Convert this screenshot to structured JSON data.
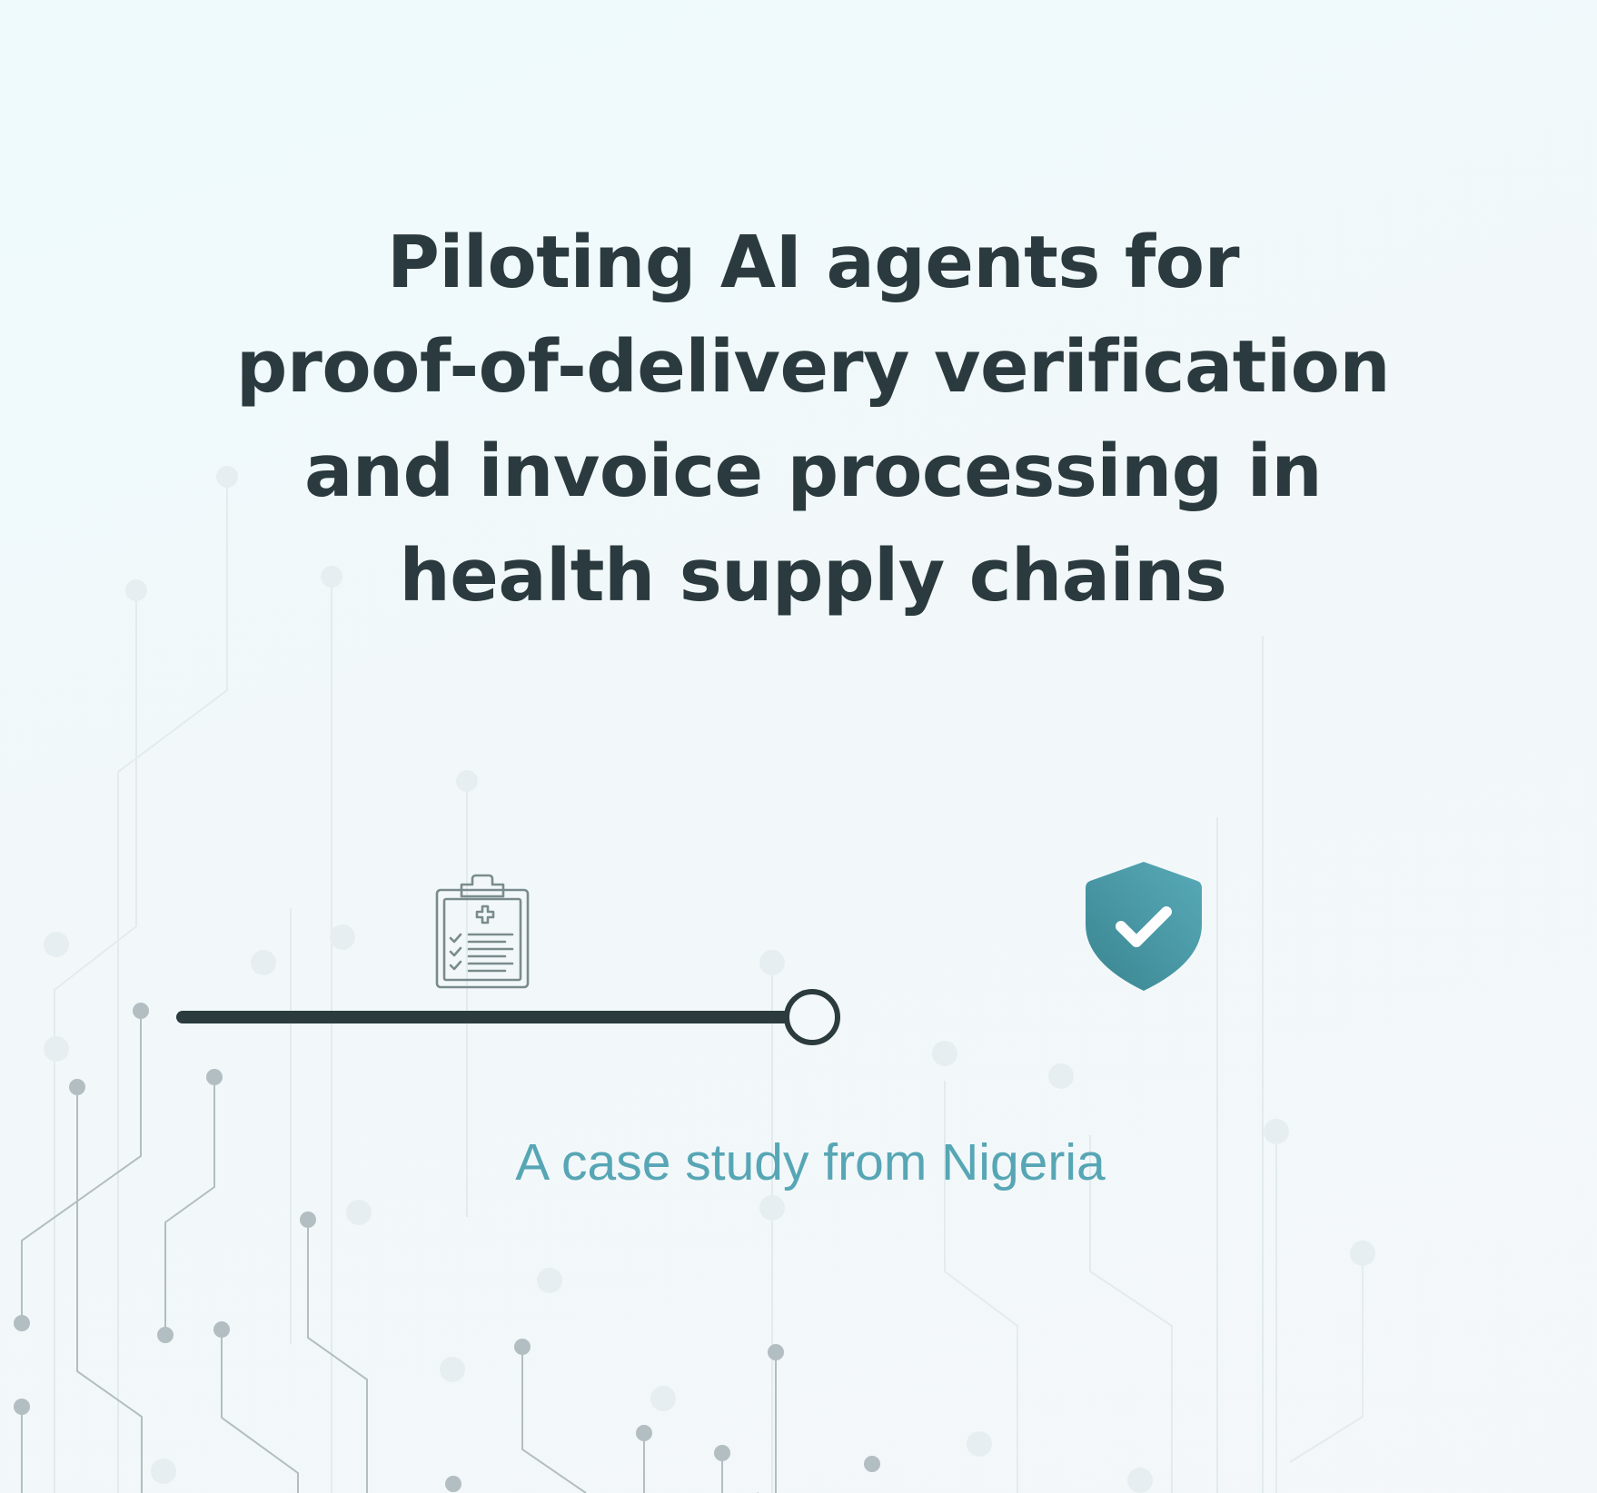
{
  "title": {
    "lines": [
      "Piloting AI agents for",
      "proof-of-delivery verification",
      "and invoice processing in",
      "health supply chains"
    ]
  },
  "subtitle": "A case study from Nigeria",
  "progress": {
    "start_icon": "clipboard-medical-checklist-icon",
    "end_icon": "shield-check-icon",
    "position_percent": 50
  },
  "colors": {
    "title": "#2a3a3e",
    "subtitle": "#57a6b5",
    "track_dark": "#2b3b3e",
    "track_teal_start": "#3f8a96",
    "track_teal_end": "#56a8b6",
    "shield": "#4a9aa8",
    "icon_gray": "#7a8b8d",
    "circuit": "#b2bec1"
  }
}
